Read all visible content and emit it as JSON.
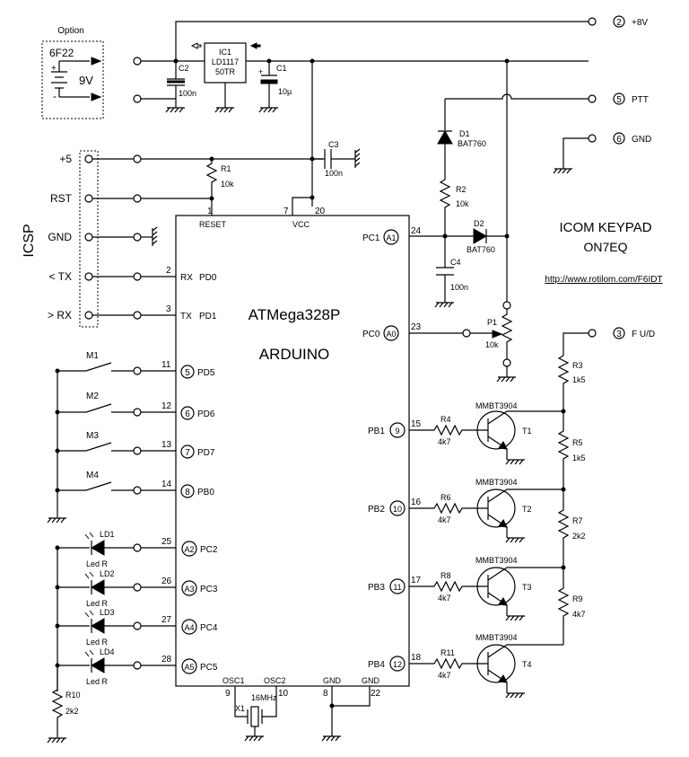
{
  "title": "ICOM KEYPAD",
  "author": "ON7EQ",
  "url": "http://www.rotilom.com/F6IDT",
  "chip": {
    "name": "ATMega328P",
    "subtitle": "ARDUINO"
  },
  "icsp": {
    "label": "ICSP",
    "pins": [
      "+5",
      "RST",
      "GND",
      "< TX",
      "> RX"
    ]
  },
  "option": {
    "label": "Option",
    "battery": "6F22",
    "voltage": "9V",
    "plus": "+",
    "minus": "-"
  },
  "connectors": [
    {
      "num": "2",
      "label": "+8V"
    },
    {
      "num": "5",
      "label": "PTT"
    },
    {
      "num": "6",
      "label": "GND"
    },
    {
      "num": "3",
      "label": "F U/D"
    }
  ],
  "power": {
    "ic1": {
      "ref": "IC1",
      "part": "LD1117",
      "part2": "50TR"
    },
    "c1": {
      "ref": "C1",
      "value": "10µ",
      "plus": "+"
    },
    "c2": {
      "ref": "C2",
      "value": "100n"
    },
    "c3": {
      "ref": "C3",
      "value": "100n"
    }
  },
  "passives": {
    "r1": {
      "ref": "R1",
      "value": "10k"
    },
    "r2": {
      "ref": "R2",
      "value": "10k"
    },
    "d1": {
      "ref": "D1",
      "value": "BAT760"
    },
    "d2": {
      "ref": "D2",
      "value": "BAT760"
    },
    "c4": {
      "ref": "C4",
      "value": "100n"
    },
    "p1": {
      "ref": "P1",
      "value": "10k"
    },
    "r10": {
      "ref": "R10",
      "value": "2k2"
    },
    "x1": {
      "ref": "X1",
      "value": "16MHz"
    }
  },
  "chip_pins": {
    "reset": {
      "num": "1",
      "label": "RESET"
    },
    "vcc1": {
      "num": "7"
    },
    "vcc2": {
      "num": "20"
    },
    "vcc_label": "VCC",
    "osc1": {
      "num": "9",
      "label": "OSC1"
    },
    "osc2": {
      "num": "10",
      "label": "OSC2"
    },
    "gnd1": {
      "num": "8",
      "label": "GND"
    },
    "gnd2": {
      "num": "22",
      "label": "GND"
    },
    "rx": {
      "num": "2",
      "prefix": "RX",
      "label": "PD0"
    },
    "tx": {
      "num": "3",
      "prefix": "TX",
      "label": "PD1"
    }
  },
  "switches": [
    {
      "ref": "M1",
      "pin": "11",
      "d": "5",
      "port": "PD5"
    },
    {
      "ref": "M2",
      "pin": "12",
      "d": "6",
      "port": "PD6"
    },
    {
      "ref": "M3",
      "pin": "13",
      "d": "7",
      "port": "PD7"
    },
    {
      "ref": "M4",
      "pin": "14",
      "d": "8",
      "port": "PB0"
    }
  ],
  "leds": [
    {
      "ref": "LD1",
      "type": "Led R",
      "pin": "25",
      "a": "A2",
      "port": "PC2"
    },
    {
      "ref": "LD2",
      "type": "Led R",
      "pin": "26",
      "a": "A3",
      "port": "PC3"
    },
    {
      "ref": "LD3",
      "type": "Led R",
      "pin": "27",
      "a": "A4",
      "port": "PC4"
    },
    {
      "ref": "LD4",
      "type": "Led R",
      "pin": "28",
      "a": "A5",
      "port": "PC5"
    }
  ],
  "right_pins": [
    {
      "port": "PC1",
      "a": "A1",
      "pin": "24"
    },
    {
      "port": "PC0",
      "a": "A0",
      "pin": "23"
    },
    {
      "port": "PB1",
      "a": "9",
      "pin": "15"
    },
    {
      "port": "PB2",
      "a": "10",
      "pin": "16"
    },
    {
      "port": "PB3",
      "a": "11",
      "pin": "17"
    },
    {
      "port": "PB4",
      "a": "12",
      "pin": "18"
    }
  ],
  "transistors": [
    {
      "ref": "T1",
      "part": "MMBT3904",
      "rb": "R4",
      "rbv": "4k7"
    },
    {
      "ref": "T2",
      "part": "MMBT3904",
      "rb": "R6",
      "rbv": "4k7"
    },
    {
      "ref": "T3",
      "part": "MMBT3904",
      "rb": "R8",
      "rbv": "4k7"
    },
    {
      "ref": "T4",
      "part": "MMBT3904",
      "rb": "R11",
      "rbv": "4k7"
    }
  ],
  "ladder": [
    {
      "ref": "R3",
      "value": "1k5"
    },
    {
      "ref": "R5",
      "value": "1k5"
    },
    {
      "ref": "R7",
      "value": "2k2"
    },
    {
      "ref": "R9",
      "value": "4k7"
    }
  ]
}
